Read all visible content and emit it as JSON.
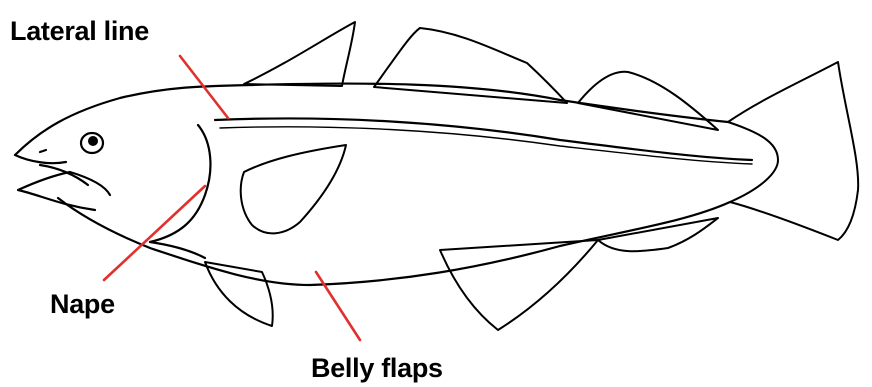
{
  "labels": {
    "lateral_line": "Lateral line",
    "nape": "Nape",
    "belly_flaps": "Belly flaps"
  },
  "colors": {
    "pointer": "#e0312e",
    "outline": "#000000",
    "background": "#ffffff"
  }
}
